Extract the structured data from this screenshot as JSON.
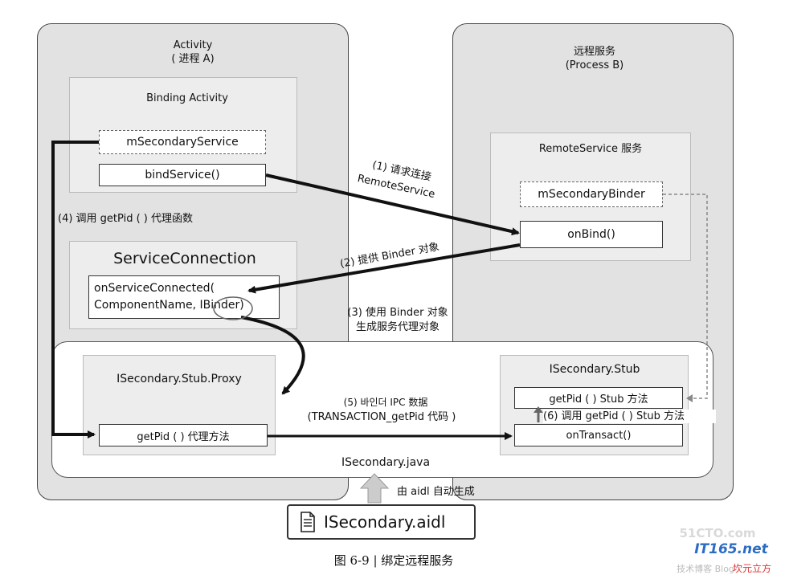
{
  "process_a": {
    "title": "Activity",
    "subtitle": "( 进程 A)"
  },
  "process_b": {
    "title": "远程服务",
    "subtitle": "(Process B)"
  },
  "binding_activity": {
    "title": "Binding Activity",
    "field": "mSecondaryService",
    "method": "bindService()"
  },
  "service_connection": {
    "title": "ServiceConnection",
    "method_line1": "onServiceConnected(",
    "method_line2": "ComponentName, IBinder)"
  },
  "remote_service": {
    "title": "RemoteService 服务",
    "field": "mSecondaryBinder",
    "method": "onBind()"
  },
  "proxy": {
    "title": "ISecondary.Stub.Proxy",
    "method": "getPid ( ) 代理方法"
  },
  "stub": {
    "title": "ISecondary.Stub",
    "method": "getPid ( ) Stub 方法",
    "transact": "onTransact()"
  },
  "java_file": "ISecondary.java",
  "aidl_file": "ISecondary.aidl",
  "steps": {
    "s1_line1": "(1) 请求连接",
    "s1_line2": "RemoteService",
    "s2": "(2) 提供 Binder 对象",
    "s3_line1": "(3) 使用 Binder 对象",
    "s3_line2": "生成服务代理对象",
    "s4": "(4) 调用 getPid ( ) 代理函数",
    "s5_line1": "(5) 바인더 IPC 数据",
    "s5_line2": "(TRANSACTION_getPid 代码 )",
    "s6": "(6) 调用 getPid ( ) Stub 方法",
    "auto_gen": "由 aidl 自动生成"
  },
  "caption": {
    "figure": "图 6-9",
    "text": "绑定远程服务"
  },
  "watermark": {
    "site": "51CTO.com",
    "brand": "IT165.net",
    "slogan": "技术博客 Blog",
    "tag": "坎元立方"
  }
}
